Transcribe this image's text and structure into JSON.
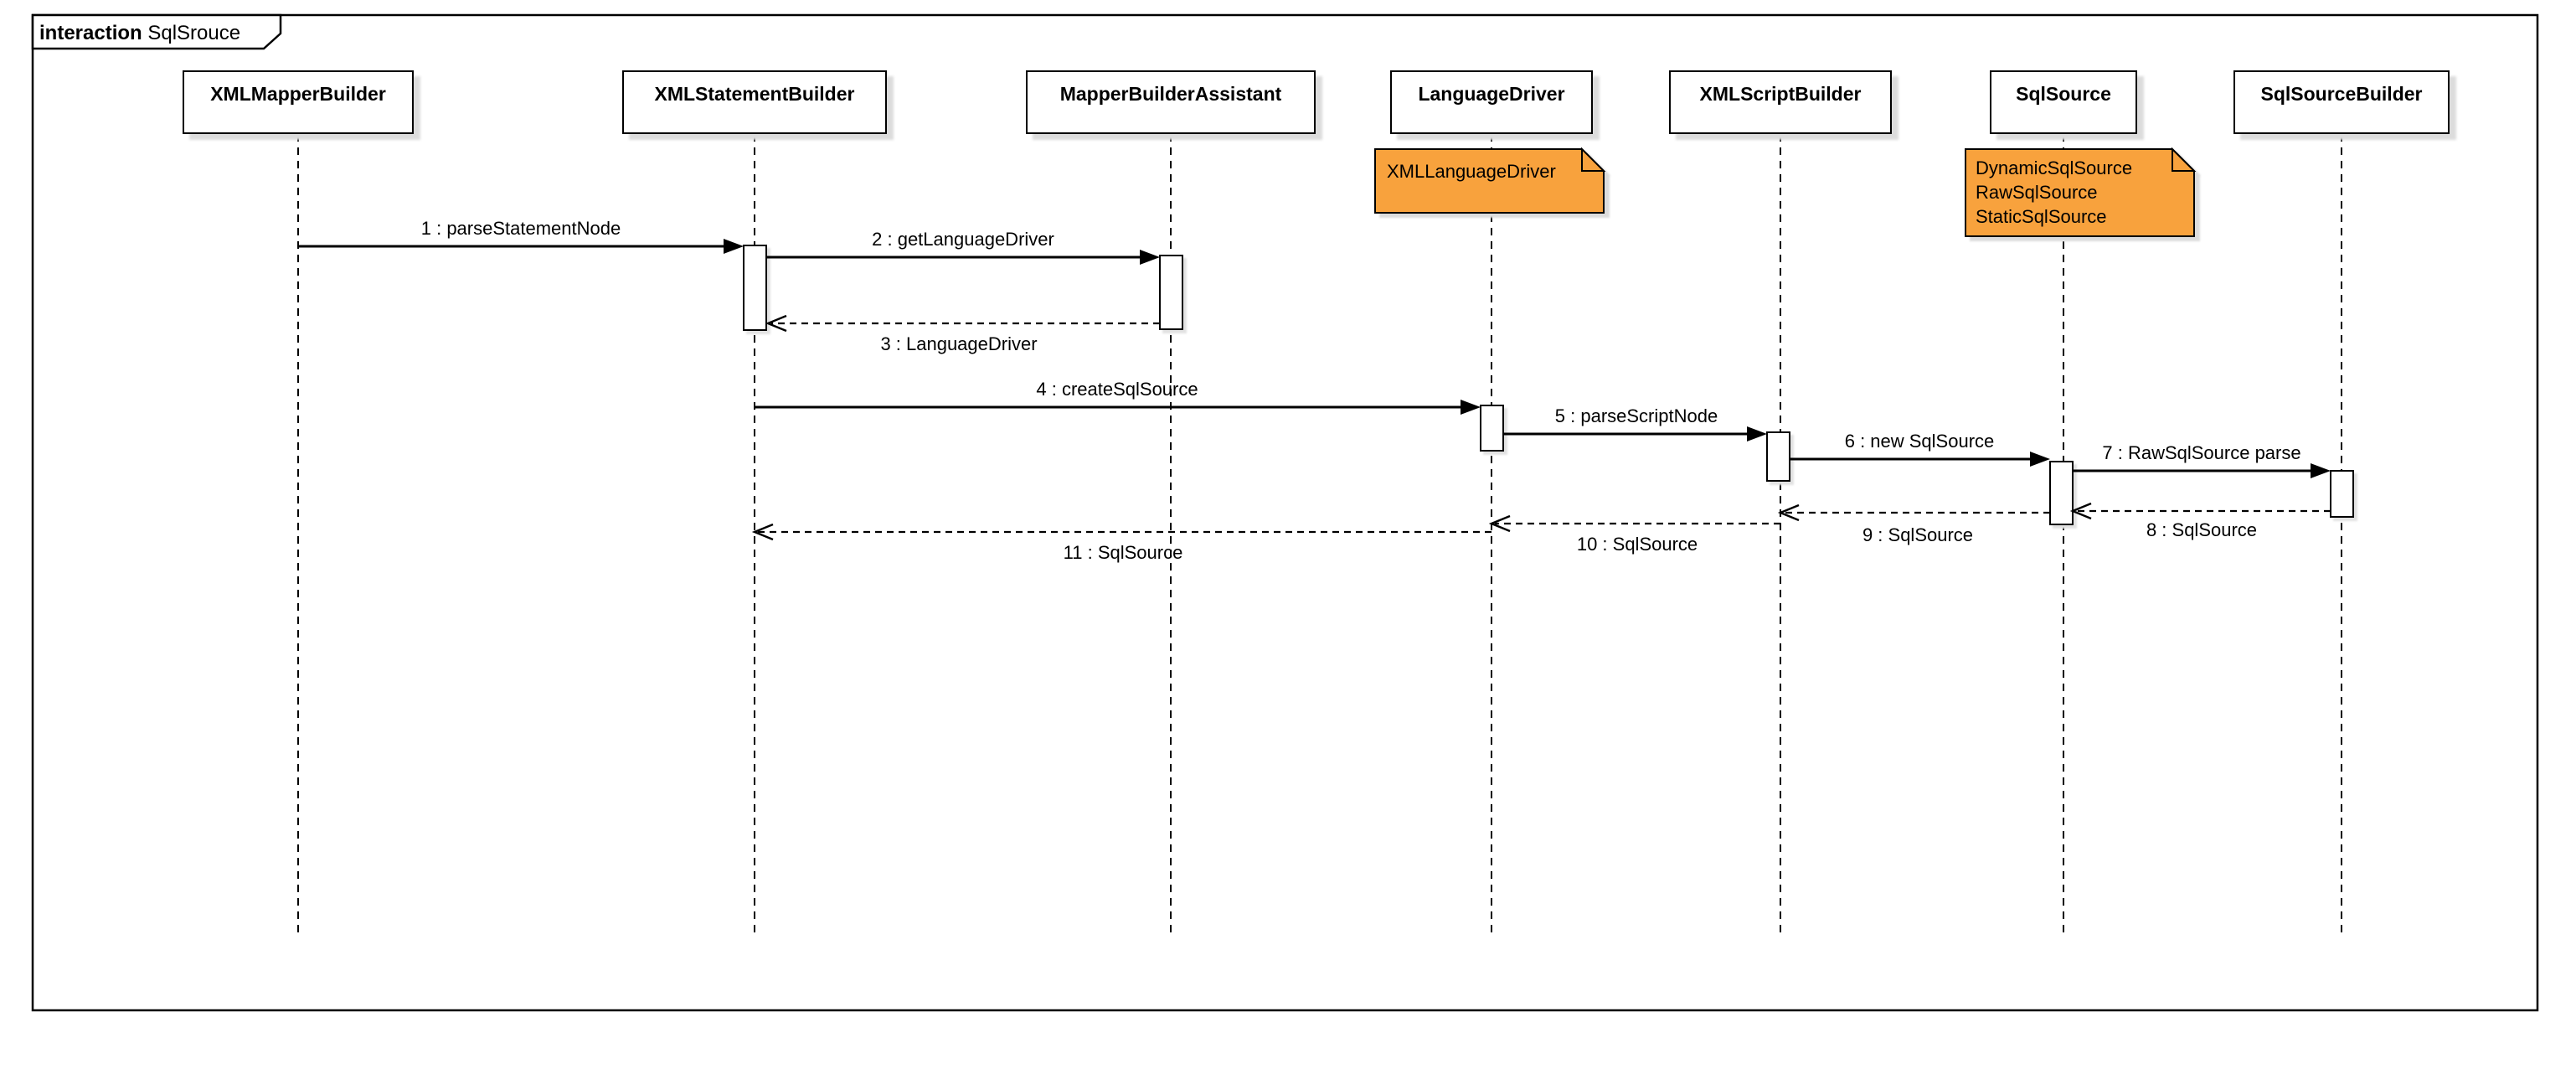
{
  "frame": {
    "keyword": "interaction",
    "title": "SqlSrouce"
  },
  "participants": [
    {
      "name": "XMLMapperBuilder"
    },
    {
      "name": "XMLStatementBuilder"
    },
    {
      "name": "MapperBuilderAssistant"
    },
    {
      "name": "LanguageDriver"
    },
    {
      "name": "XMLScriptBuilder"
    },
    {
      "name": "SqlSource"
    },
    {
      "name": "SqlSourceBuilder"
    }
  ],
  "notes": [
    {
      "anchor": "LanguageDriver",
      "lines": [
        "XMLLanguageDriver"
      ]
    },
    {
      "anchor": "SqlSource",
      "lines": [
        "DynamicSqlSource",
        "RawSqlSource",
        "StaticSqlSource"
      ]
    }
  ],
  "messages": [
    {
      "label": "1 : parseStatementNode",
      "from": "XMLMapperBuilder",
      "to": "XMLStatementBuilder",
      "kind": "call"
    },
    {
      "label": "2 : getLanguageDriver",
      "from": "XMLStatementBuilder",
      "to": "MapperBuilderAssistant",
      "kind": "call"
    },
    {
      "label": "3 : LanguageDriver",
      "from": "MapperBuilderAssistant",
      "to": "XMLStatementBuilder",
      "kind": "return"
    },
    {
      "label": "4 : createSqlSource",
      "from": "XMLStatementBuilder",
      "to": "LanguageDriver",
      "kind": "call"
    },
    {
      "label": "5 : parseScriptNode",
      "from": "LanguageDriver",
      "to": "XMLScriptBuilder",
      "kind": "call"
    },
    {
      "label": "6 : new SqlSource",
      "from": "XMLScriptBuilder",
      "to": "SqlSource",
      "kind": "call"
    },
    {
      "label": "7 : RawSqlSource parse",
      "from": "SqlSource",
      "to": "SqlSourceBuilder",
      "kind": "call"
    },
    {
      "label": "8 : SqlSource",
      "from": "SqlSourceBuilder",
      "to": "SqlSource",
      "kind": "return"
    },
    {
      "label": "9 : SqlSource",
      "from": "SqlSource",
      "to": "XMLScriptBuilder",
      "kind": "return"
    },
    {
      "label": "10 : SqlSource",
      "from": "XMLScriptBuilder",
      "to": "LanguageDriver",
      "kind": "return"
    },
    {
      "label": "11 : SqlSource",
      "from": "LanguageDriver",
      "to": "XMLStatementBuilder",
      "kind": "return"
    }
  ],
  "colors": {
    "background": "#FFFFFF",
    "line": "#000000",
    "note_fill": "#F8A23D",
    "shadow": "#DCDCDC"
  }
}
